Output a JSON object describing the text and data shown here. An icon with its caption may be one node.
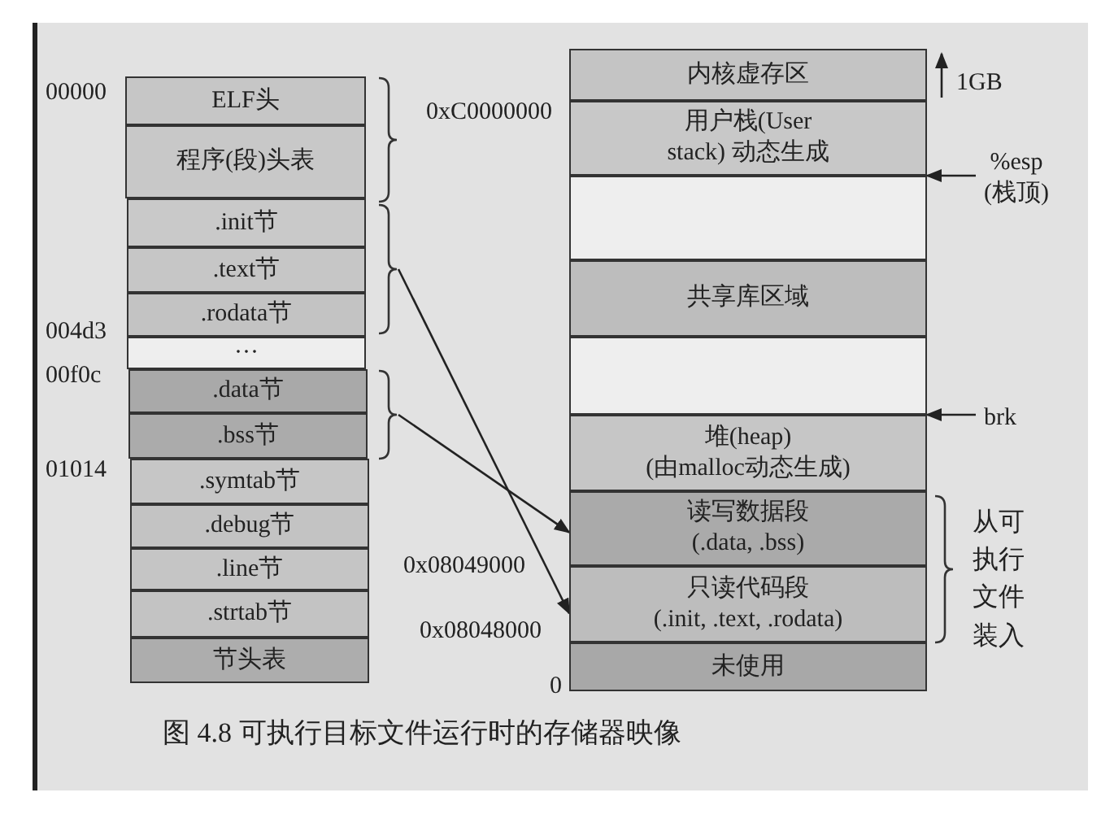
{
  "diagram": {
    "caption": "图 4.8 可执行目标文件运行时的存储器映像",
    "nodes": [
      {
        "text": [
          "ELF头"
        ]
      },
      {
        "text": [
          "程序(段)头表"
        ]
      },
      {
        "text": [
          ".init节"
        ]
      },
      {
        "text": [
          ".text节"
        ]
      },
      {
        "text": [
          ".rodata节"
        ]
      },
      {
        "text": [
          "···"
        ]
      },
      {
        "text": [
          ".data节"
        ]
      },
      {
        "text": [
          ".bss节"
        ]
      },
      {
        "text": [
          ".symtab节"
        ]
      },
      {
        "text": [
          ".debug节"
        ]
      },
      {
        "text": [
          ".line节"
        ]
      },
      {
        "text": [
          ".strtab节"
        ]
      },
      {
        "text": [
          "节头表"
        ]
      },
      {
        "text": [
          "内核虚存区"
        ]
      },
      {
        "text": [
          "用户栈(User stack) 动态生成"
        ]
      },
      {
        "text": [],
        "shape": "box"
      },
      {
        "text": [
          "共享库区域"
        ]
      },
      {
        "text": [],
        "shape": "box"
      },
      {
        "text": [
          "堆(heap) (由malloc动态生成)"
        ]
      },
      {
        "text": [
          "读写数据段 (.data, .bss)"
        ]
      },
      {
        "text": [
          "只读代码段 (.init, .text, .rodata)"
        ]
      },
      {
        "text": [
          "未使用"
        ]
      },
      {
        "text": [
          "%esp (栈顶)"
        ]
      },
      {
        "text": [
          "brk"
        ]
      },
      {
        "text": [],
        "shape": "brace"
      },
      {
        "text": [],
        "shape": "brace"
      }
    ],
    "edges": [
      {
        "from": 24,
        "to": 20,
        "arrow": "to"
      },
      {
        "from": 25,
        "to": 19,
        "arrow": "to"
      },
      {
        "from": 22,
        "to": 14,
        "arrow": "to"
      },
      {
        "from": 23,
        "to": 18,
        "arrow": "to"
      }
    ],
    "labels": [
      "00000",
      "0xC0000000",
      "1GB",
      "004d3",
      "00f0c",
      "01014",
      "0x08049000",
      "0x08048000",
      "0",
      "从可执行文件装入"
    ]
  }
}
